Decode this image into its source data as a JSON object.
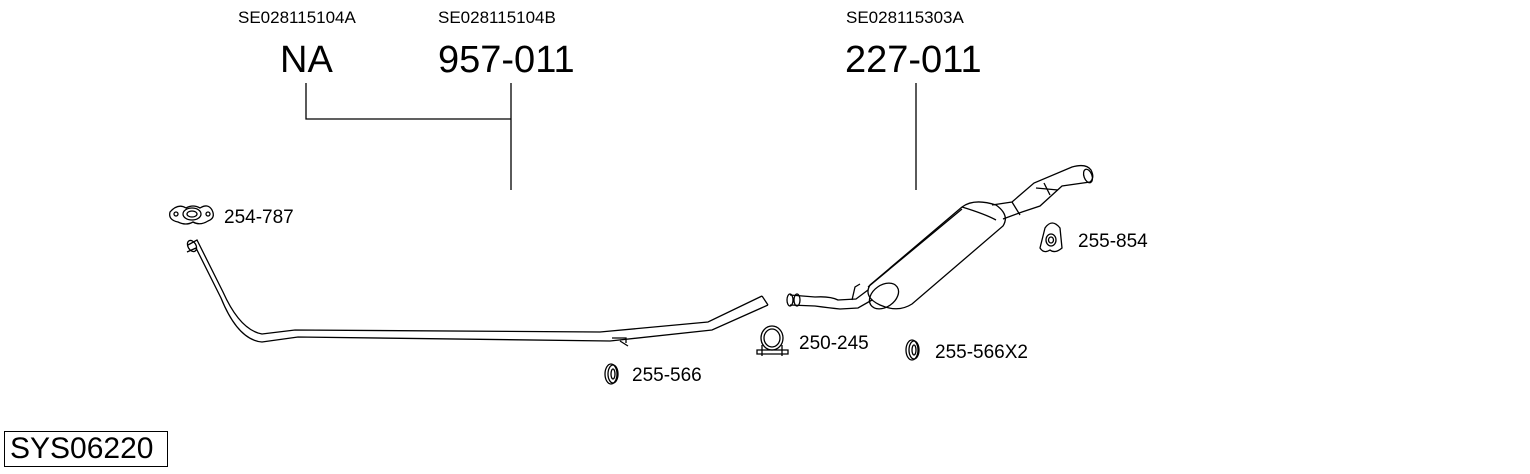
{
  "diagram": {
    "system_code": "SYS06220",
    "oe_numbers": [
      {
        "id": "oe-a",
        "text": "SE028115104A"
      },
      {
        "id": "oe-b",
        "text": "SE028115104B"
      },
      {
        "id": "oe-c",
        "text": "SE028115303A"
      }
    ],
    "main_parts": [
      {
        "id": "na",
        "text": "NA"
      },
      {
        "id": "pipe",
        "text": "957-011"
      },
      {
        "id": "silencer",
        "text": "227-011"
      }
    ],
    "accessories": [
      {
        "id": "gasket",
        "text": "254-787",
        "icon": "gasket-icon"
      },
      {
        "id": "rubber-ring-1",
        "text": "255-566",
        "icon": "rubber-ring-icon"
      },
      {
        "id": "clamp",
        "text": "250-245",
        "icon": "clamp-icon"
      },
      {
        "id": "rubber-ring-2",
        "text": "255-566X2",
        "icon": "rubber-ring-icon"
      },
      {
        "id": "hanger",
        "text": "255-854",
        "icon": "hanger-icon"
      }
    ]
  }
}
